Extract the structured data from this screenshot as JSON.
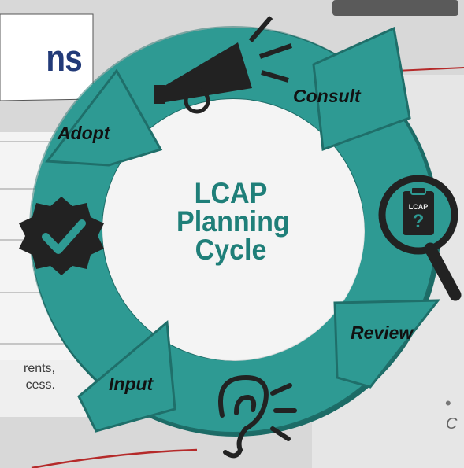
{
  "background": {
    "headline_fragment": "ns",
    "footnote_line1": "rents,",
    "footnote_line2": "cess.",
    "caption_fragment": "C",
    "bullet": "•"
  },
  "cycle": {
    "title_lines": [
      "LCAP",
      "Planning",
      "Cycle"
    ],
    "stages": [
      {
        "label": "Consult",
        "icon": "megaphone-icon"
      },
      {
        "label": "Review",
        "icon": "magnifier-clipboard-icon"
      },
      {
        "label": "Input",
        "icon": "ear-icon"
      },
      {
        "label": "Adopt",
        "icon": "check-badge-icon"
      }
    ],
    "clipboard_text": "LCAP",
    "clipboard_mark": "?"
  },
  "colors": {
    "ring": "#2e9a93",
    "ring_dark": "#1f6f6a",
    "icon": "#222222",
    "title": "#1f7f79",
    "headline": "#223a78"
  }
}
